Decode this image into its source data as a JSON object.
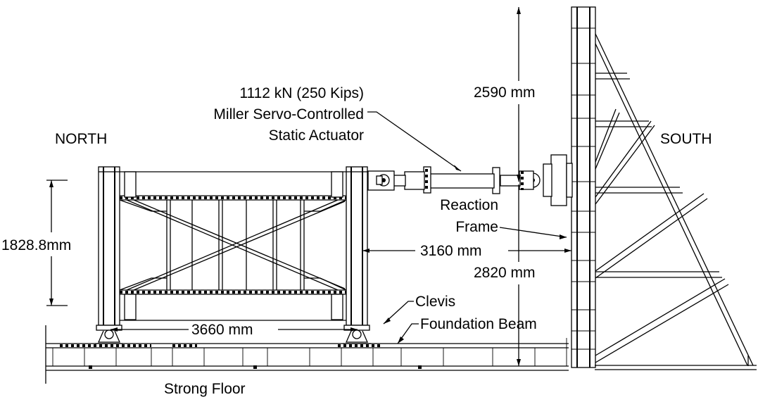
{
  "labels": {
    "north": "NORTH",
    "south": "SOUTH",
    "actuator_line1": "1112 kN (250 Kips)",
    "actuator_line2": "Miller Servo-Controlled",
    "actuator_line3": "Static Actuator",
    "reaction_line1": "Reaction",
    "reaction_line2": "Frame",
    "clevis": "Clevis",
    "foundation_beam": "Foundation Beam",
    "strong_floor": "Strong Floor"
  },
  "dimensions": {
    "frame_height": "1828.8mm",
    "frame_to_wall": "3160 mm",
    "clevis_span": "3660 mm",
    "upper_wall": "2590 mm",
    "lower_wall": "2820 mm"
  }
}
